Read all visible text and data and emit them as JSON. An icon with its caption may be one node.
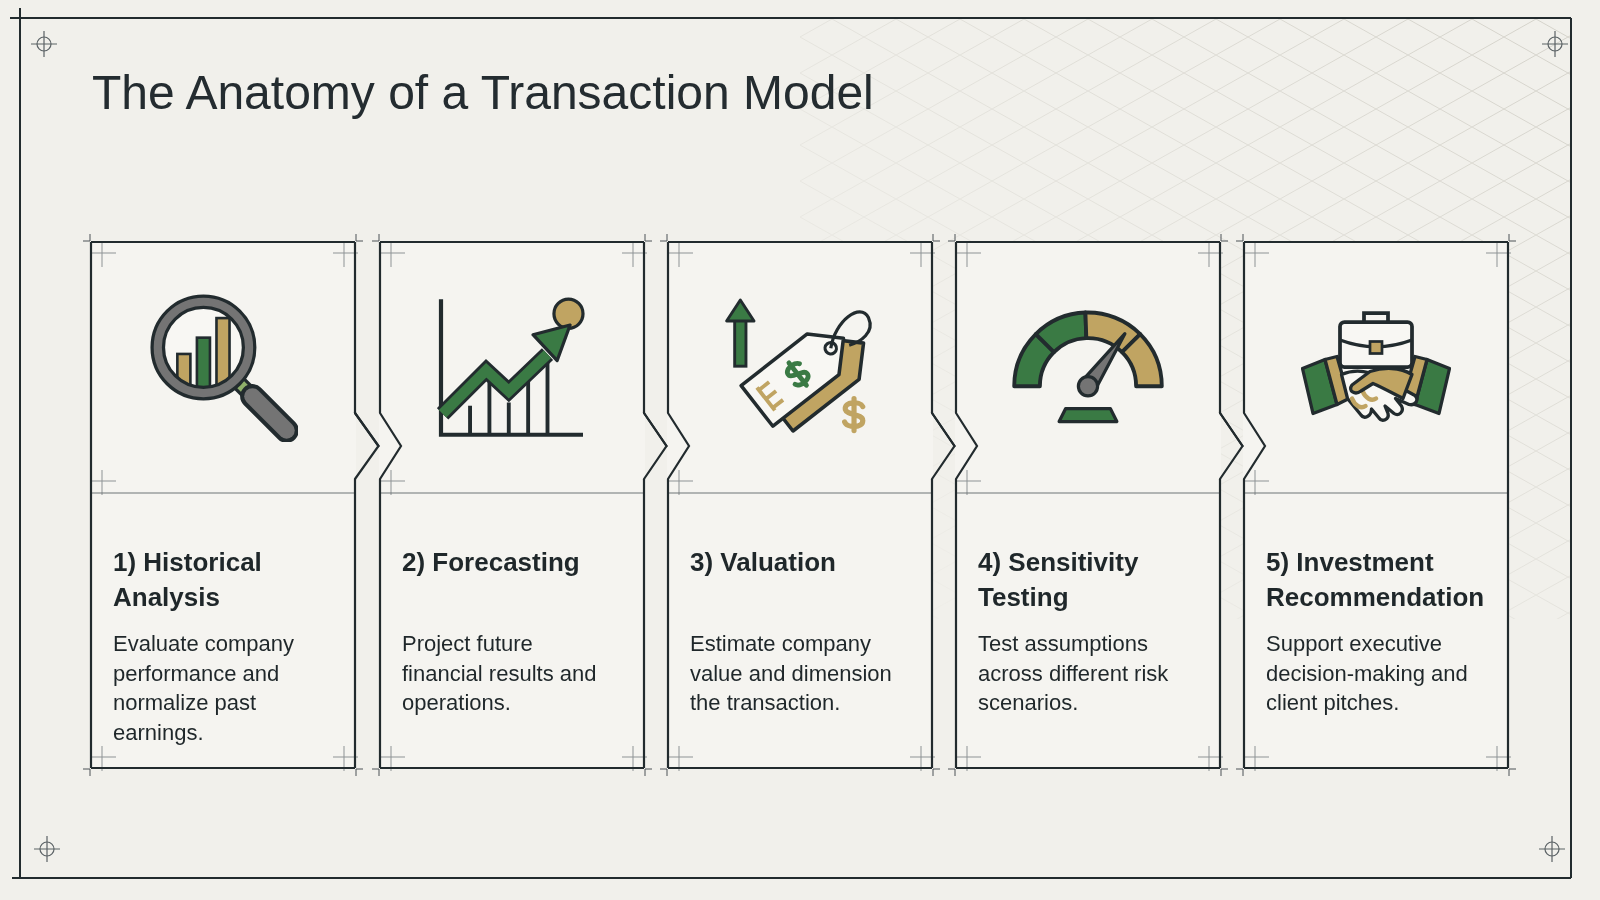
{
  "diagram": {
    "title": "The Anatomy of a Transaction Model",
    "nodes": [
      {
        "text": [
          "1) Historical Analysis",
          "Evaluate company performance and normalize past earnings."
        ]
      },
      {
        "text": [
          "2) Forecasting",
          "Project future financial results and operations."
        ]
      },
      {
        "text": [
          "3) Valuation",
          "Estimate company value and dimension the transaction."
        ]
      },
      {
        "text": [
          "4) Sensitivity Testing",
          "Test assumptions across different risk scenarios."
        ]
      },
      {
        "text": [
          "5) Investment Recommendation",
          "Support executive decision-making and client pitches."
        ]
      }
    ],
    "edges": [
      {
        "from": 0,
        "to": 1,
        "arrow": "to"
      },
      {
        "from": 1,
        "to": 2,
        "arrow": "to"
      },
      {
        "from": 2,
        "to": 3,
        "arrow": "to"
      },
      {
        "from": 3,
        "to": 4,
        "arrow": "to"
      }
    ]
  }
}
